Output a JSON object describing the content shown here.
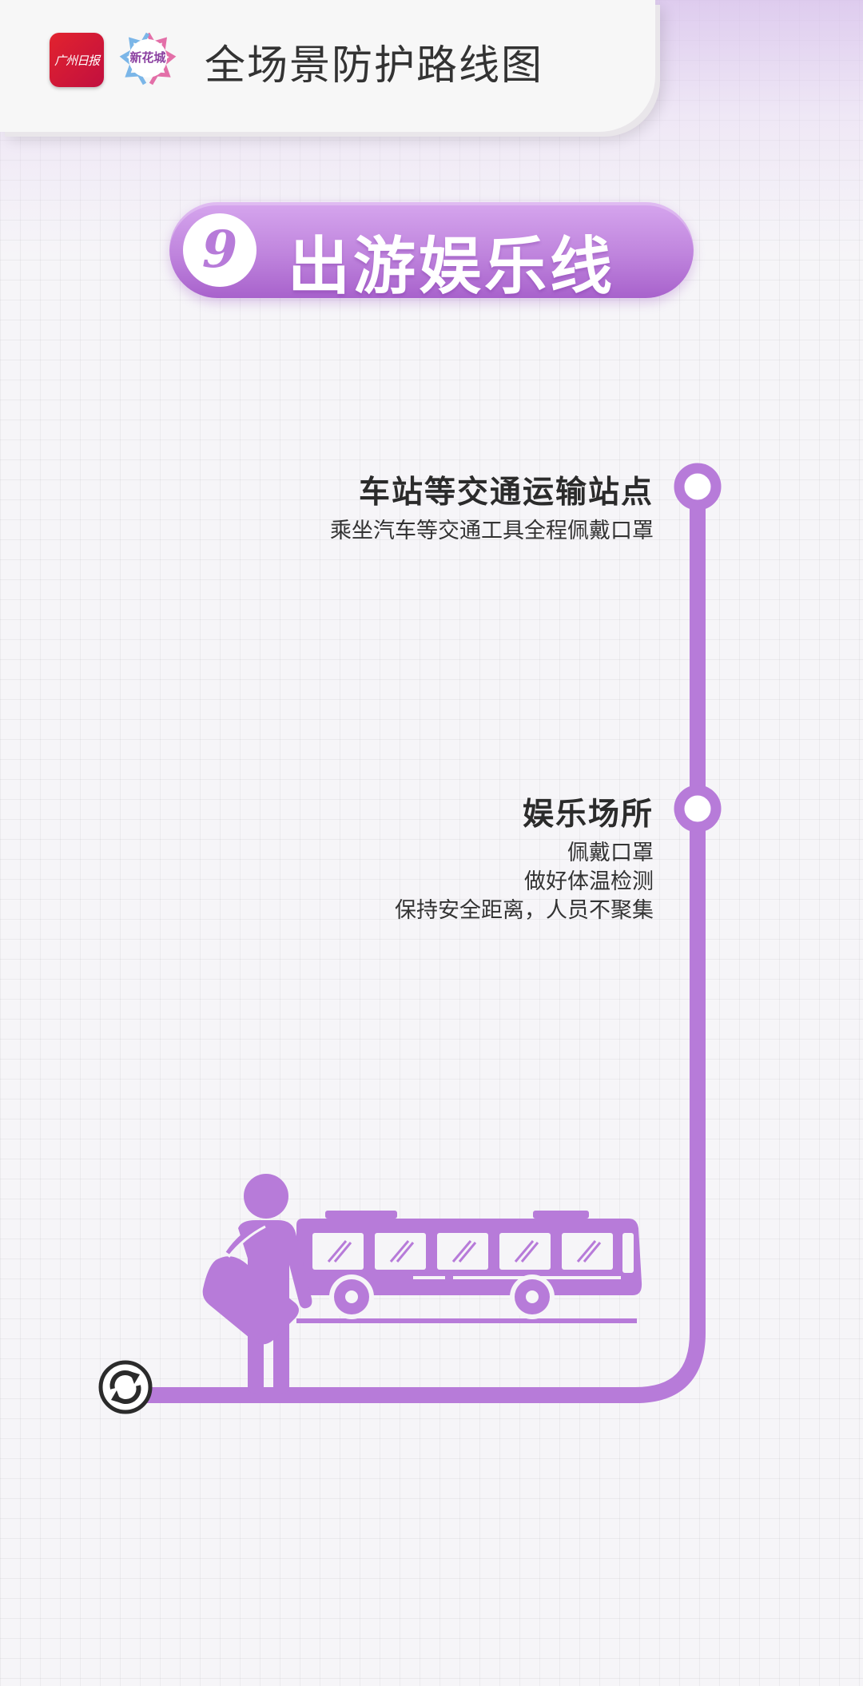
{
  "header": {
    "logo_left_text": "广州日报",
    "logo_right_text": "新花城",
    "title": "全场景防护路线图"
  },
  "badge": {
    "number": "9",
    "title": "出游娱乐线"
  },
  "stops": [
    {
      "title": "车站等交通运输站点",
      "lines": [
        "乘坐汽车等交通工具全程佩戴口罩"
      ]
    },
    {
      "title": "娱乐场所",
      "lines": [
        "佩戴口罩",
        "做好体温检测",
        "保持安全距离，人员不聚集"
      ]
    }
  ],
  "icons": {
    "start": "refresh-icon",
    "traveler": "traveler-icon",
    "bus": "bus-icon"
  },
  "colors": {
    "accent": "#b77bd9",
    "text": "#2b2b2b",
    "header_red": "#d61a33"
  }
}
